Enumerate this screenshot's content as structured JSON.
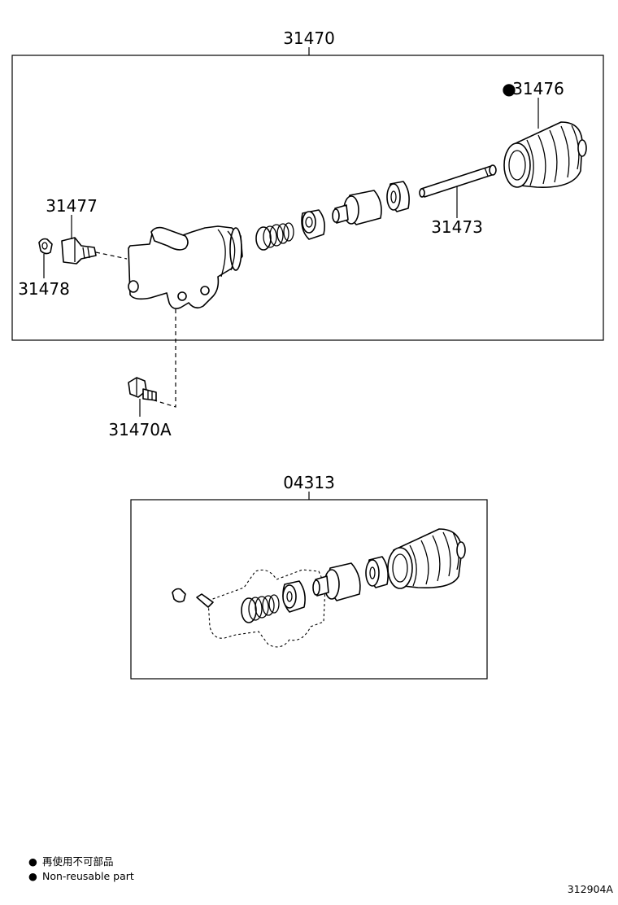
{
  "assembly": {
    "title_part": "31470",
    "parts": {
      "boot": "31476",
      "bleeder_plug": "31477",
      "bleeder_cap": "31478",
      "push_rod": "31473",
      "bolt": "31470A"
    },
    "non_reusable_marker": "●"
  },
  "kit": {
    "part_number": "04313"
  },
  "legend": {
    "marker": "●",
    "line_jp": "再使用不可部品",
    "line_en": "Non-reusable part"
  },
  "figure_id": "312904A"
}
